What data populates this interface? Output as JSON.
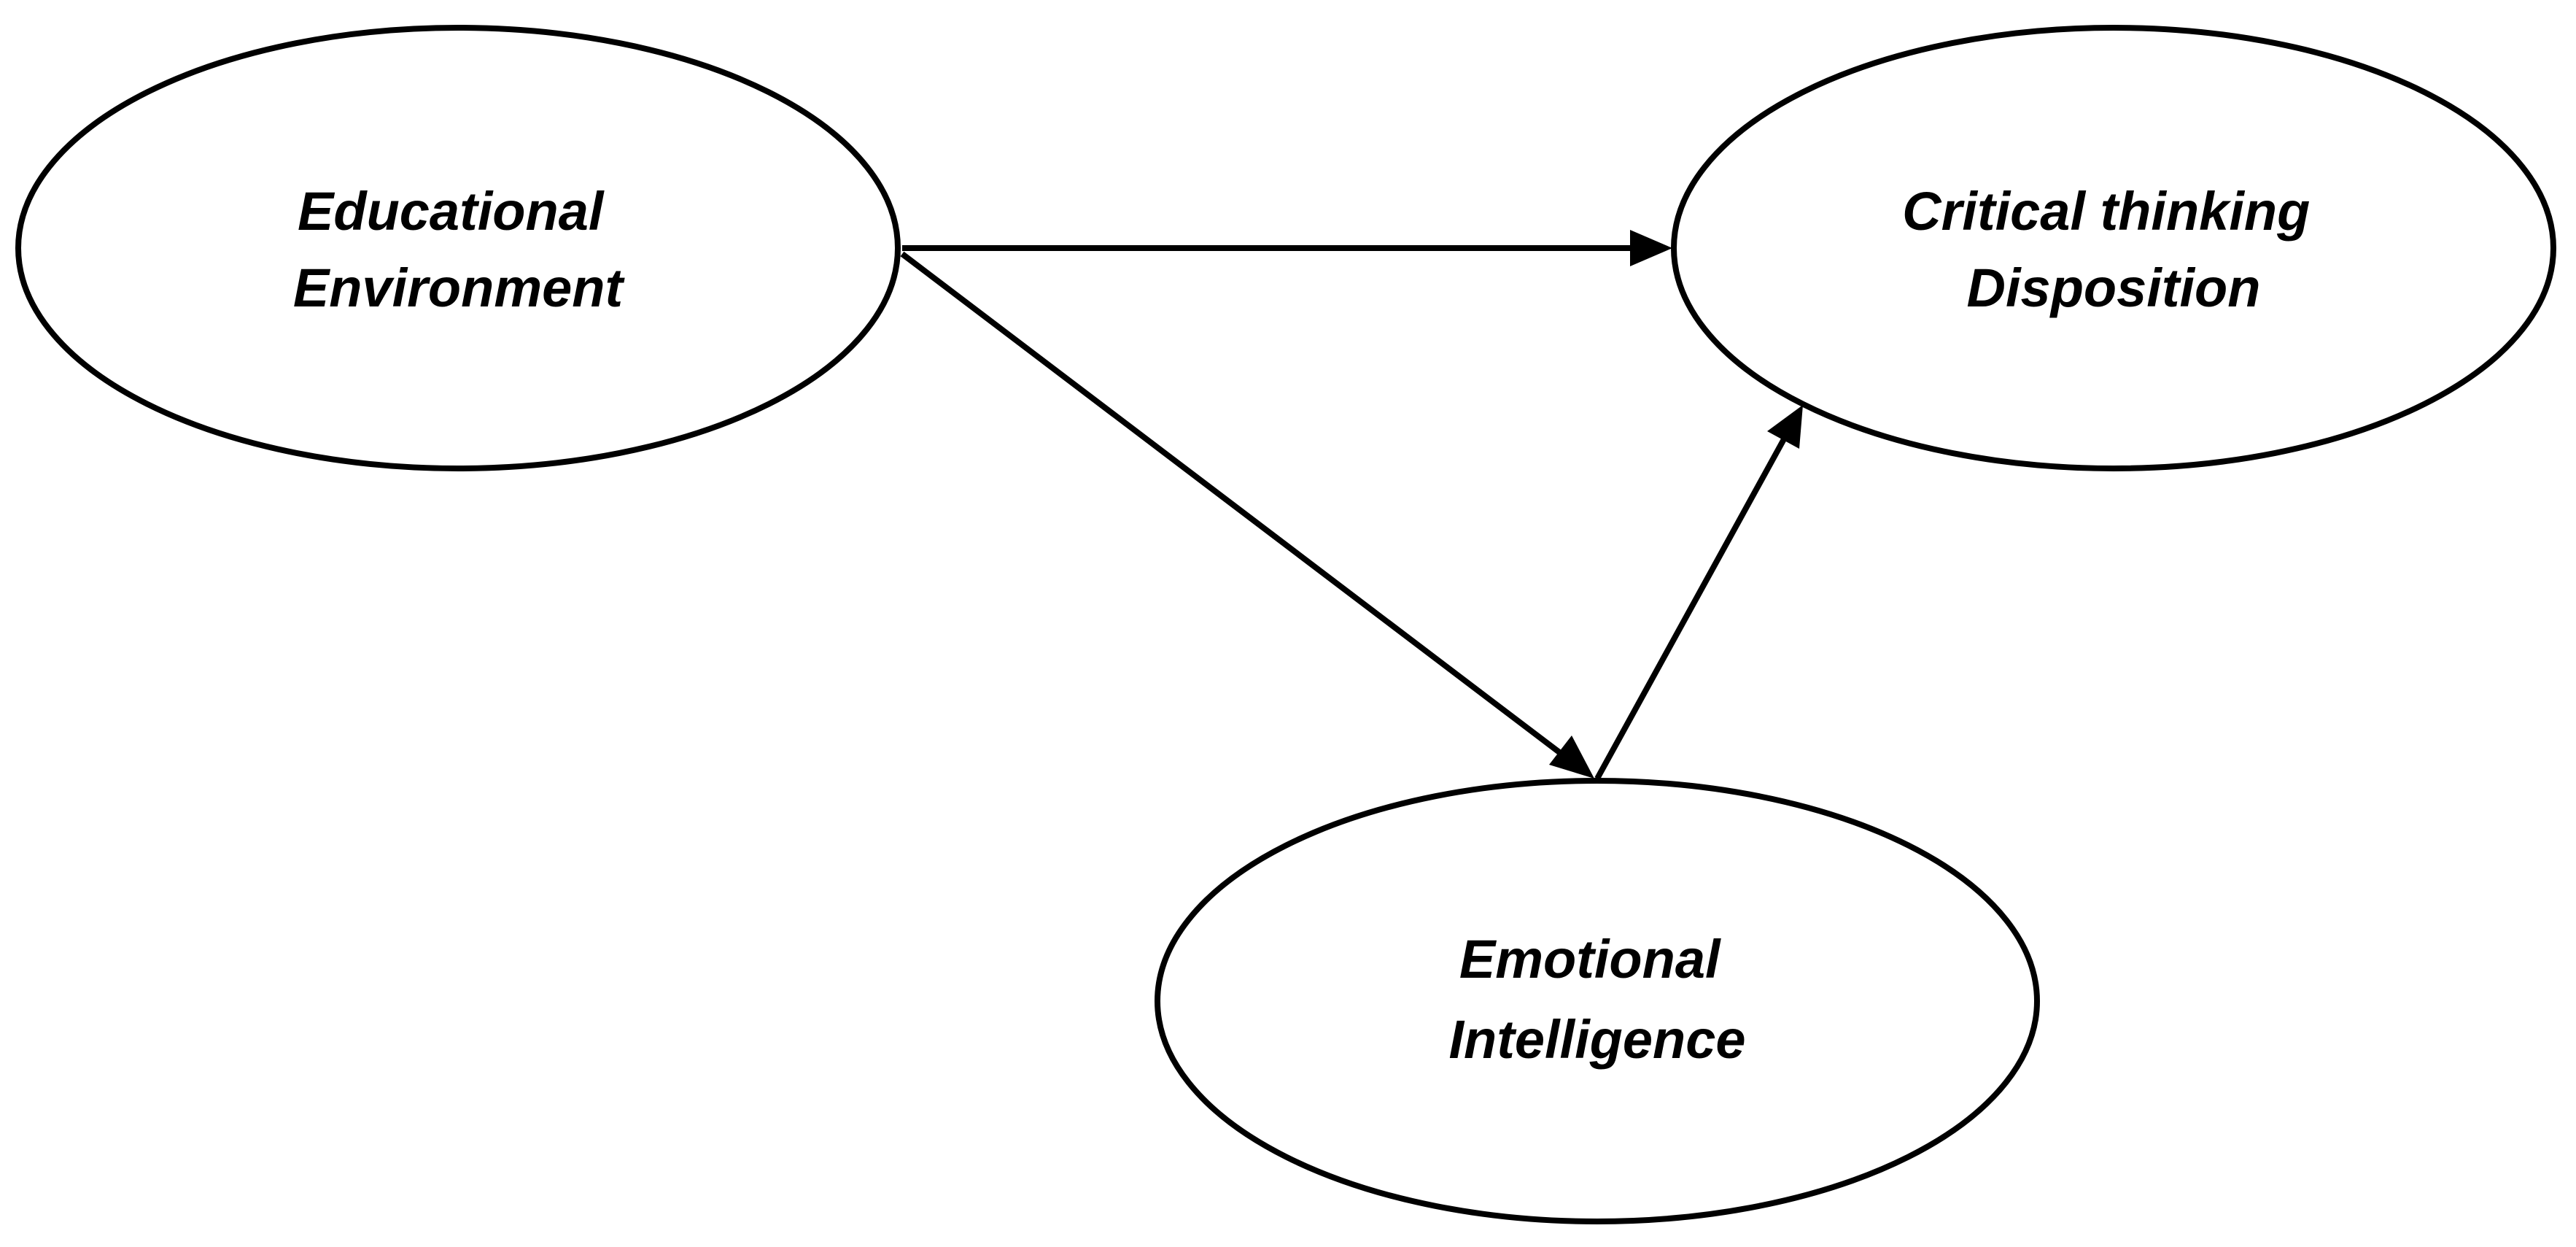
{
  "nodes": [
    {
      "id": "educational-environment",
      "line1": "Educational",
      "line2": "Environment"
    },
    {
      "id": "critical-thinking-disposition",
      "line1": "Critical thinking",
      "line2": "Disposition"
    },
    {
      "id": "emotional-intelligence",
      "line1": "Emotional",
      "line2": "Intelligence"
    }
  ],
  "edges": [
    {
      "from": "educational-environment",
      "to": "critical-thinking-disposition"
    },
    {
      "from": "educational-environment",
      "to": "emotional-intelligence"
    },
    {
      "from": "emotional-intelligence",
      "to": "critical-thinking-disposition"
    }
  ],
  "colors": {
    "stroke": "#000000",
    "fill": "#ffffff",
    "text": "#000000"
  }
}
